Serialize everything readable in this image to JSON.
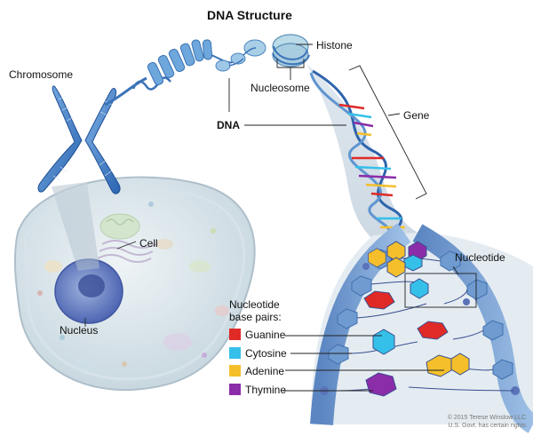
{
  "title": "DNA Structure",
  "labels": {
    "chromosome": "Chromosome",
    "histone": "Histone",
    "nucleosome": "Nucleosome",
    "dna": "DNA",
    "gene": "Gene",
    "cell": "Cell",
    "nucleus": "Nucleus",
    "nucleotide": "Nucleotide"
  },
  "legend": {
    "title_line1": "Nucleotide",
    "title_line2": "base pairs:",
    "items": [
      {
        "label": "Guanine",
        "color": "#e02a26"
      },
      {
        "label": "Cytosine",
        "color": "#35c0ea"
      },
      {
        "label": "Adenine",
        "color": "#f4bf2a"
      },
      {
        "label": "Thymine",
        "color": "#8b2ca8"
      }
    ]
  },
  "credit": {
    "line1": "© 2015 Terese Winslow LLC",
    "line2": "U.S. Govt. has certain rights"
  }
}
